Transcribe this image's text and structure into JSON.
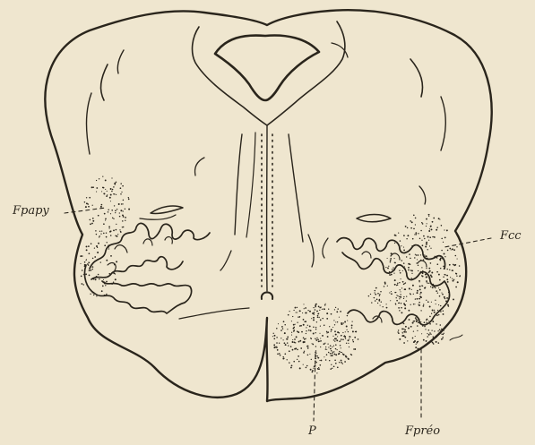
{
  "labels": {
    "fpapy": "Fpapy",
    "fcc": "Fcc",
    "p": "P",
    "fpreo": "Fpréo"
  },
  "colors": {
    "paper": "#efe6cf",
    "ink": "#2a251c"
  }
}
